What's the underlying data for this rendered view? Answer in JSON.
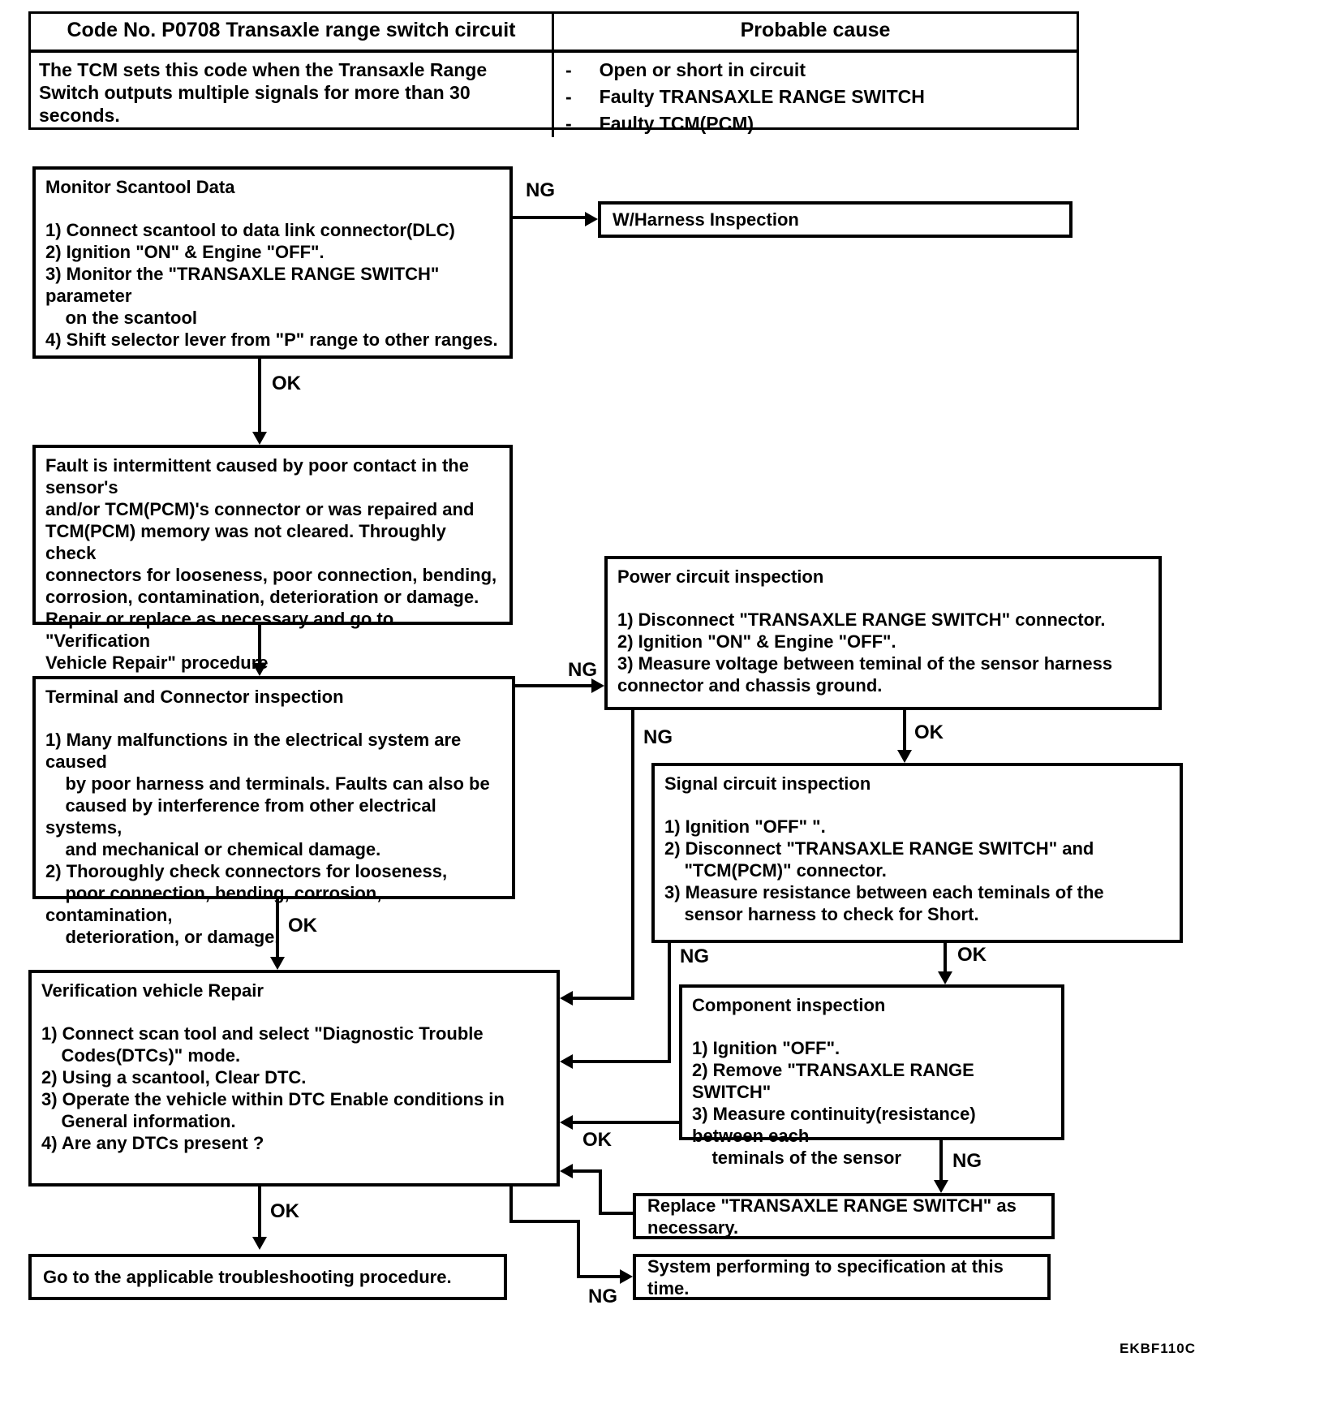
{
  "figure_code": "EKBF110C",
  "header_table": {
    "title_left": "Code No. P0708 Transaxle range switch circuit",
    "title_right": "Probable cause",
    "description": "The TCM sets this code when the Transaxle Range\nSwitch outputs multiple signals for more than 30 seconds.",
    "bullet": "-",
    "causes": [
      "Open or short in circuit",
      "Faulty TRANSAXLE RANGE SWITCH",
      "Faulty TCM(PCM)"
    ]
  },
  "flowchart": {
    "monitor_scantool": {
      "title": "Monitor Scantool Data",
      "body": "1) Connect scantool to data link connector(DLC)\n2) Ignition \"ON\" & Engine \"OFF\".\n3) Monitor the \"TRANSAXLE RANGE SWITCH\" parameter\n    on the scantool\n4) Shift selector lever from \"P\" range to other ranges."
    },
    "w_harness": {
      "title": "W/Harness Inspection"
    },
    "fault_intermittent": {
      "body": "Fault is intermittent caused by poor contact in the sensor's\nand/or TCM(PCM)'s connector or was repaired and\nTCM(PCM) memory was not cleared. Throughly check\nconnectors for looseness, poor connection, bending,\ncorrosion, contamination, deterioration or damage.\nRepair or replace as necessary and go to \"Verification\nVehicle Repair\" procedure"
    },
    "terminal_connector": {
      "title": "Terminal and Connector inspection",
      "body": "1) Many malfunctions in the electrical system are caused\n    by poor harness and terminals. Faults can also be\n    caused by interference from other electrical systems,\n    and mechanical or chemical damage.\n2) Thoroughly check connectors for looseness,\n    poor connection, bending, corrosion, contamination,\n    deterioration, or damage."
    },
    "power_circuit": {
      "title": "Power circuit inspection",
      "body": "1) Disconnect \"TRANSAXLE RANGE SWITCH\" connector.\n2) Ignition \"ON\" & Engine \"OFF\".\n3) Measure voltage between teminal of the sensor harness\nconnector and chassis ground."
    },
    "signal_circuit": {
      "title": "Signal circuit inspection",
      "body": "1) Ignition \"OFF\" \".\n2) Disconnect \"TRANSAXLE RANGE SWITCH\" and\n    \"TCM(PCM)\" connector.\n3) Measure resistance between each teminals of the\n    sensor harness to check for Short."
    },
    "verification_repair": {
      "title": "Verification vehicle Repair",
      "body": "1) Connect scan tool and select \"Diagnostic Trouble\n    Codes(DTCs)\" mode.\n2) Using a scantool, Clear DTC.\n3) Operate the vehicle within DTC Enable conditions in\n    General information.\n4) Are any DTCs present ?"
    },
    "component_inspection": {
      "title": "Component inspection",
      "body": "1) Ignition \"OFF\".\n2) Remove \"TRANSAXLE RANGE SWITCH\"\n3) Measure continuity(resistance) between each\n    teminals of the sensor"
    },
    "replace_switch": {
      "title": "Replace \"TRANSAXLE RANGE SWITCH\" as necessary."
    },
    "system_ok": {
      "title": "System performing to specification at this time."
    },
    "goto_procedure": {
      "title": "Go to the applicable troubleshooting procedure."
    }
  },
  "connectors": {
    "monitor_ng": "NG",
    "monitor_ok": "OK",
    "terminal_ng": "NG",
    "terminal_ok": "OK",
    "power_ng": "NG",
    "power_ok": "OK",
    "signal_ng": "NG",
    "signal_ok": "OK",
    "component_ok": "OK",
    "component_ng": "NG",
    "verification_ok": "OK",
    "verification_ng": "NG"
  }
}
